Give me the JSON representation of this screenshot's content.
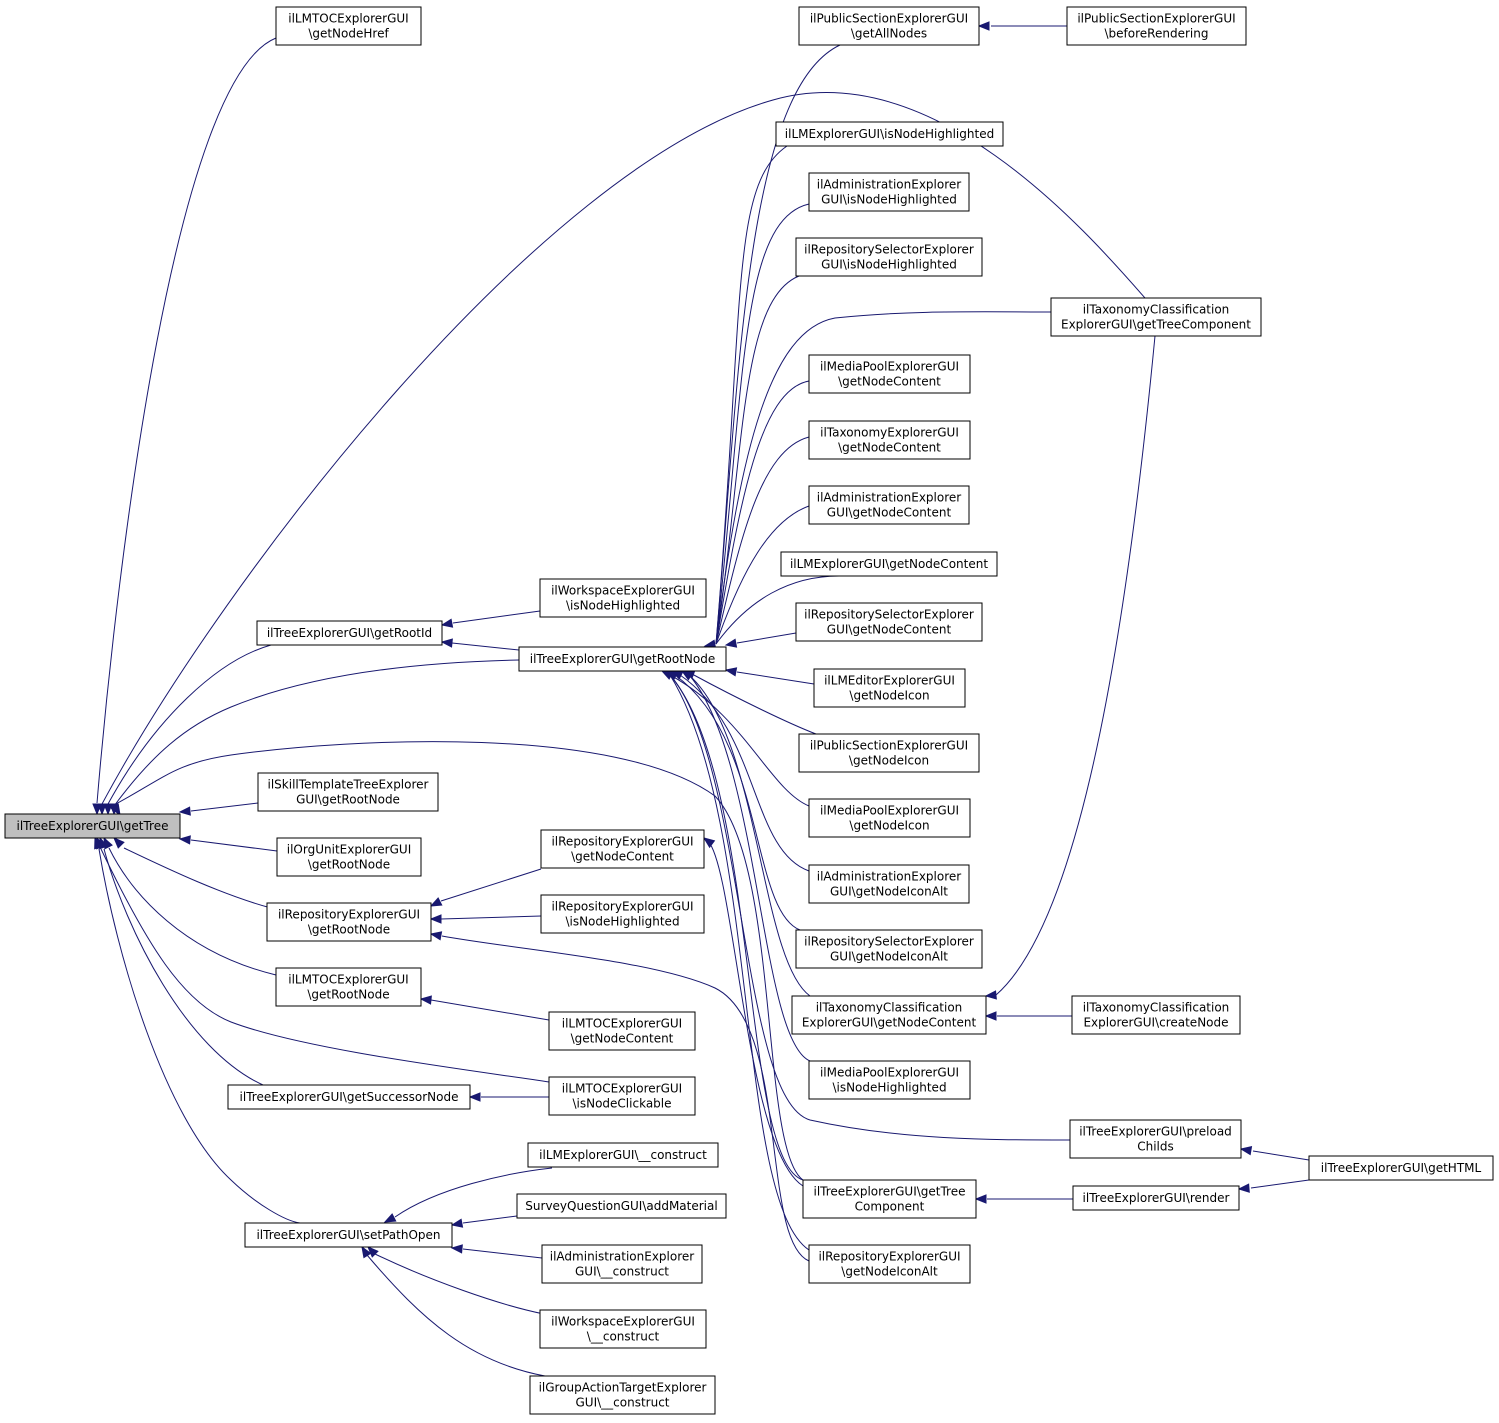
{
  "nodes": {
    "n0": {
      "lines": [
        "ilTreeExplorerGUI\\getTree"
      ]
    },
    "n1": {
      "lines": [
        "ilLMTOCExplorerGUI",
        "\\getNodeHref"
      ]
    },
    "n2": {
      "lines": [
        "ilTaxonomyClassification",
        "ExplorerGUI\\getTreeComponent"
      ]
    },
    "n3": {
      "lines": [
        "ilTreeExplorerGUI\\getRootId"
      ]
    },
    "n4": {
      "lines": [
        "ilWorkspaceExplorerGUI",
        "\\isNodeHighlighted"
      ]
    },
    "n5": {
      "lines": [
        "ilTreeExplorerGUI\\getRootNode"
      ]
    },
    "n6": {
      "lines": [
        "ilSkillTemplateTreeExplorer",
        "GUI\\getRootNode"
      ]
    },
    "n7": {
      "lines": [
        "ilOrgUnitExplorerGUI",
        "\\getRootNode"
      ]
    },
    "n8": {
      "lines": [
        "ilRepositoryExplorerGUI",
        "\\getRootNode"
      ]
    },
    "n9": {
      "lines": [
        "ilRepositoryExplorerGUI",
        "\\getNodeContent"
      ]
    },
    "n10": {
      "lines": [
        "ilRepositoryExplorerGUI",
        "\\isNodeHighlighted"
      ]
    },
    "n11": {
      "lines": [
        "ilLMTOCExplorerGUI",
        "\\getRootNode"
      ]
    },
    "n12": {
      "lines": [
        "ilLMTOCExplorerGUI",
        "\\getNodeContent"
      ]
    },
    "n13": {
      "lines": [
        "ilTreeExplorerGUI\\getSuccessorNode"
      ]
    },
    "n14": {
      "lines": [
        "ilLMTOCExplorerGUI",
        "\\isNodeClickable"
      ]
    },
    "n15": {
      "lines": [
        "ilTreeExplorerGUI\\setPathOpen"
      ]
    },
    "n16": {
      "lines": [
        "ilLMExplorerGUI\\__construct"
      ]
    },
    "n17": {
      "lines": [
        "SurveyQuestionGUI\\addMaterial"
      ]
    },
    "n18": {
      "lines": [
        "ilAdministrationExplorer",
        "GUI\\__construct"
      ]
    },
    "n19": {
      "lines": [
        "ilWorkspaceExplorerGUI",
        "\\__construct"
      ]
    },
    "n20": {
      "lines": [
        "ilGroupActionTargetExplorer",
        "GUI\\__construct"
      ]
    },
    "n21": {
      "lines": [
        "ilPublicSectionExplorerGUI",
        "\\getAllNodes"
      ]
    },
    "n22": {
      "lines": [
        "ilPublicSectionExplorerGUI",
        "\\beforeRendering"
      ]
    },
    "n23": {
      "lines": [
        "ilLMExplorerGUI\\isNodeHighlighted"
      ]
    },
    "n24": {
      "lines": [
        "ilAdministrationExplorer",
        "GUI\\isNodeHighlighted"
      ]
    },
    "n25": {
      "lines": [
        "ilRepositorySelectorExplorer",
        "GUI\\isNodeHighlighted"
      ]
    },
    "n26": {
      "lines": [
        "ilMediaPoolExplorerGUI",
        "\\getNodeContent"
      ]
    },
    "n27": {
      "lines": [
        "ilTaxonomyExplorerGUI",
        "\\getNodeContent"
      ]
    },
    "n28": {
      "lines": [
        "ilAdministrationExplorer",
        "GUI\\getNodeContent"
      ]
    },
    "n29": {
      "lines": [
        "ilLMExplorerGUI\\getNodeContent"
      ]
    },
    "n30": {
      "lines": [
        "ilRepositorySelectorExplorer",
        "GUI\\getNodeContent"
      ]
    },
    "n31": {
      "lines": [
        "ilLMEditorExplorerGUI",
        "\\getNodeIcon"
      ]
    },
    "n32": {
      "lines": [
        "ilPublicSectionExplorerGUI",
        "\\getNodeIcon"
      ]
    },
    "n33": {
      "lines": [
        "ilMediaPoolExplorerGUI",
        "\\getNodeIcon"
      ]
    },
    "n34": {
      "lines": [
        "ilAdministrationExplorer",
        "GUI\\getNodeIconAlt"
      ]
    },
    "n35": {
      "lines": [
        "ilRepositorySelectorExplorer",
        "GUI\\getNodeIconAlt"
      ]
    },
    "n36": {
      "lines": [
        "ilTaxonomyClassification",
        "ExplorerGUI\\getNodeContent"
      ]
    },
    "n37": {
      "lines": [
        "ilTaxonomyClassification",
        "ExplorerGUI\\createNode"
      ]
    },
    "n38": {
      "lines": [
        "ilMediaPoolExplorerGUI",
        "\\isNodeHighlighted"
      ]
    },
    "n39": {
      "lines": [
        "ilTreeExplorerGUI\\preload",
        "Childs"
      ]
    },
    "n40": {
      "lines": [
        "ilTreeExplorerGUI\\getHTML"
      ]
    },
    "n41": {
      "lines": [
        "ilTreeExplorerGUI\\getTree",
        "Component"
      ]
    },
    "n42": {
      "lines": [
        "ilTreeExplorerGUI\\render"
      ]
    },
    "n43": {
      "lines": [
        "ilRepositoryExplorerGUI",
        "\\getNodeIconAlt"
      ]
    }
  }
}
